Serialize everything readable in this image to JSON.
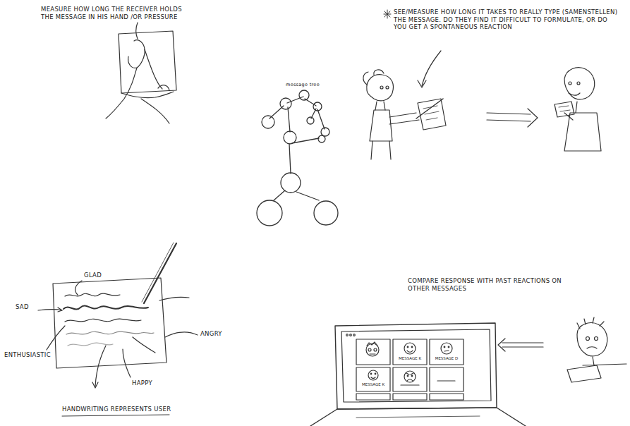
{
  "diagram": {
    "nodes": [
      {
        "text": [
          "MESSAGE K"
        ]
      },
      {
        "text": [
          "MESSAGE D"
        ]
      },
      {
        "text": [
          "MESSAGE K"
        ]
      }
    ],
    "labels": [
      "MEASURE HOW LONG THE RECEIVER HOLDS THE MESSAGE IN HIS HAND /OR PRESSURE",
      "message tree",
      "SEE/MEASURE HOW LONG IT TAKES TO REALLY TYPE (SAMENSTELLEN) THE MESSAGE. DO THEY FIND IT DIFFICULT TO FORMULATE, OR DO YOU GET A SPONTANEOUS REACTION",
      "GLAD",
      "SAD",
      "ENTHUSIASTIC",
      "ANGRY",
      "HAPPY",
      "HANDWRITING REPRESENTS USER",
      "COMPARE RESPONSE WITH PAST REACTIONS ON OTHER MESSAGES"
    ]
  }
}
